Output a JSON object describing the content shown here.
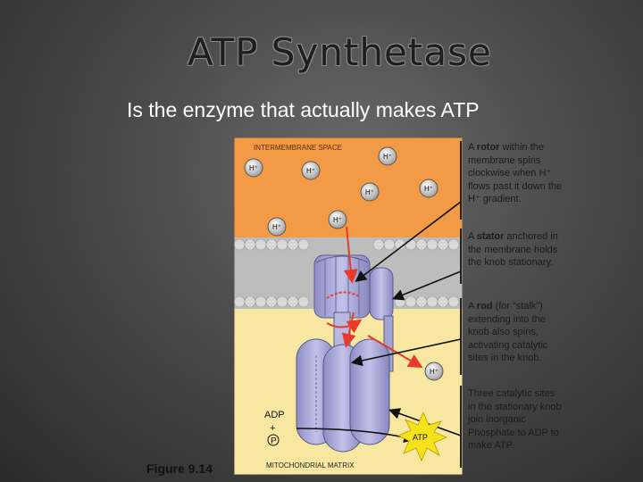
{
  "slide": {
    "title": "ATP Synthetase",
    "subtitle": "Is the enzyme that actually makes ATP"
  },
  "figure": {
    "caption": "Figure 9.14",
    "region_top": "INTERMEMBRANE SPACE",
    "region_bottom": "MITOCHONDRIAL MATRIX",
    "proton_label": "H⁺",
    "adp_label": "ADP",
    "plus_label": "+",
    "phosphate_label": "P",
    "atp_label": "ATP",
    "colors": {
      "intermembrane": "#f29a45",
      "matrix": "#f8e7a0",
      "membrane": "#c8c8c8",
      "protein": "#a8a8d8",
      "arrow": "#e83a2a",
      "atp_burst": "#f6e21a"
    }
  },
  "annotations": [
    {
      "prefix": "A ",
      "term": "rotor",
      "text": " within the membrane spins clockwise when H⁺ flows past it down the H⁺ gradient."
    },
    {
      "prefix": "A ",
      "term": "stator",
      "text": " anchored in the membrane holds the knob stationary."
    },
    {
      "prefix": "A ",
      "term": "rod",
      "text": " (for “stalk”) extending into the knob also spins, activating catalytic sites in the knob."
    },
    {
      "prefix": "",
      "term": "",
      "text": "Three catalytic sites in the stationary knob join inorganic Phosphate to ADP to make ATP."
    }
  ]
}
